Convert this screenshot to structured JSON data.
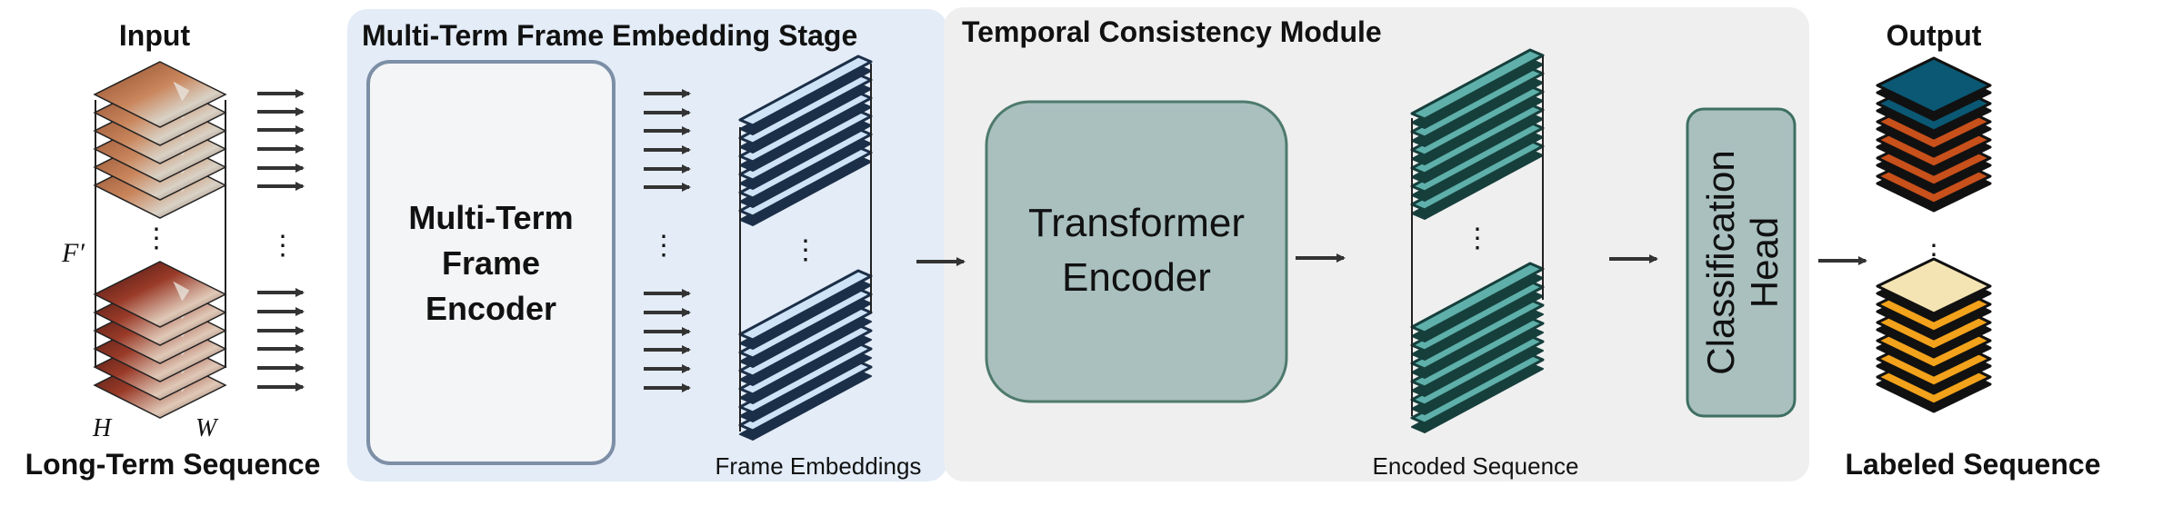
{
  "input": {
    "title": "Input",
    "caption": "Long-Term Sequence",
    "dim_f": "F′",
    "dim_h": "H",
    "dim_w": "W",
    "ellipsis": "⋮"
  },
  "stage1": {
    "title": "Multi-Term Frame Embedding Stage",
    "encoder_line1": "Multi-Term",
    "encoder_line2": "Frame",
    "encoder_line3": "Encoder",
    "embeddings_label": "Frame Embeddings",
    "ellipsis": "⋮"
  },
  "stage2": {
    "title": "Temporal Consistency Module",
    "transformer_line1": "Transformer",
    "transformer_line2": "Encoder",
    "encoded_label": "Encoded Sequence",
    "classification_line1": "Classification",
    "classification_line2": "Head",
    "ellipsis": "⋮"
  },
  "output": {
    "title": "Output",
    "caption": "Labeled Sequence",
    "ellipsis": "⋮"
  },
  "colors": {
    "stage1_bg": "#e3ecf7",
    "stage2_bg": "#efefef",
    "encoder_box_fill": "#f4f5f7",
    "encoder_box_stroke": "#7d8fa6",
    "transformer_fill": "#a9c0bf",
    "transformer_stroke": "#4e7a6c",
    "classification_fill": "#a9c0bf",
    "classification_stroke": "#3e6f62",
    "frame_embedding_fill": "#cfe3f7",
    "frame_embedding_dark": "#1c2f48",
    "encoded_fill": "#5fb0aa",
    "encoded_dark": "#163f3c",
    "output_teal": "#0a5873",
    "output_rust": "#c8501b",
    "output_cream": "#f4e4b4",
    "output_orange": "#f3a21b",
    "arrow": "#333333"
  }
}
